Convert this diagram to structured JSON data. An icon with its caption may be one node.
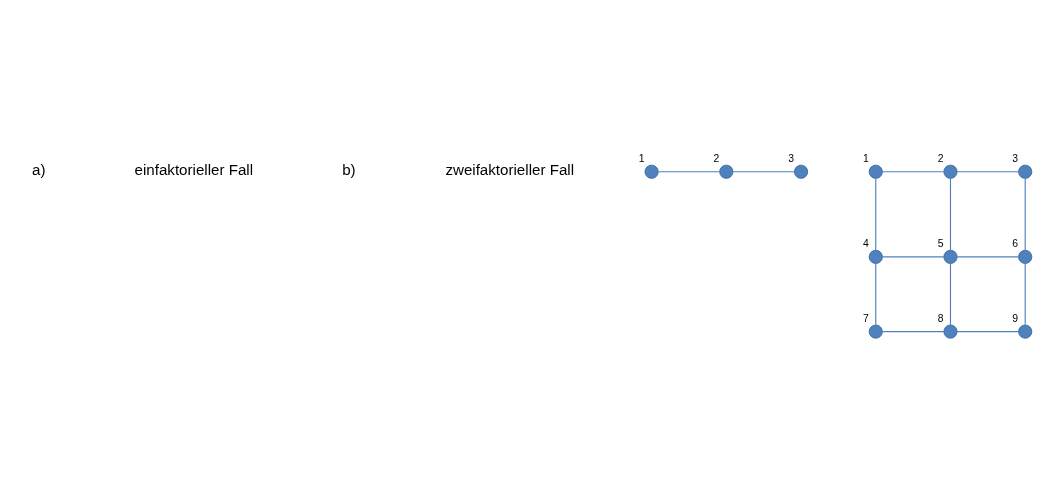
{
  "diagram": {
    "nodes": [
      {
        "text": [],
        "shape": "circle",
        "beside": [
          "1"
        ]
      },
      {
        "text": [],
        "shape": "circle",
        "beside": [
          "2"
        ]
      },
      {
        "text": [],
        "shape": "circle",
        "beside": [
          "3"
        ]
      },
      {
        "text": [],
        "shape": "circle",
        "beside": [
          "1"
        ]
      },
      {
        "text": [],
        "shape": "circle",
        "beside": [
          "2"
        ]
      },
      {
        "text": [],
        "shape": "circle",
        "beside": [
          "3"
        ]
      },
      {
        "text": [],
        "shape": "circle",
        "beside": [
          "4"
        ]
      },
      {
        "text": [],
        "shape": "circle",
        "beside": [
          "5"
        ]
      },
      {
        "text": [],
        "shape": "circle",
        "beside": [
          "6"
        ]
      },
      {
        "text": [],
        "shape": "circle",
        "beside": [
          "7"
        ]
      },
      {
        "text": [],
        "shape": "circle",
        "beside": [
          "8"
        ]
      },
      {
        "text": [],
        "shape": "circle",
        "beside": [
          "9"
        ]
      }
    ],
    "edges": [
      {
        "from": 0,
        "to": 1,
        "arrow": "none"
      },
      {
        "from": 1,
        "to": 2,
        "arrow": "none"
      },
      {
        "from": 3,
        "to": 4,
        "arrow": "none"
      },
      {
        "from": 4,
        "to": 5,
        "arrow": "none"
      },
      {
        "from": 3,
        "to": 6,
        "arrow": "none"
      },
      {
        "from": 4,
        "to": 7,
        "arrow": "none"
      },
      {
        "from": 5,
        "to": 8,
        "arrow": "none"
      },
      {
        "from": 6,
        "to": 7,
        "arrow": "none"
      },
      {
        "from": 7,
        "to": 8,
        "arrow": "none"
      },
      {
        "from": 6,
        "to": 9,
        "arrow": "none"
      },
      {
        "from": 7,
        "to": 10,
        "arrow": "none"
      },
      {
        "from": 8,
        "to": 11,
        "arrow": "none"
      },
      {
        "from": 9,
        "to": 10,
        "arrow": "none"
      },
      {
        "from": 10,
        "to": 11,
        "arrow": "none"
      }
    ],
    "labels": [
      "a)",
      "einfaktorieller Fall",
      "b)",
      "zweifaktorieller Fall"
    ]
  }
}
